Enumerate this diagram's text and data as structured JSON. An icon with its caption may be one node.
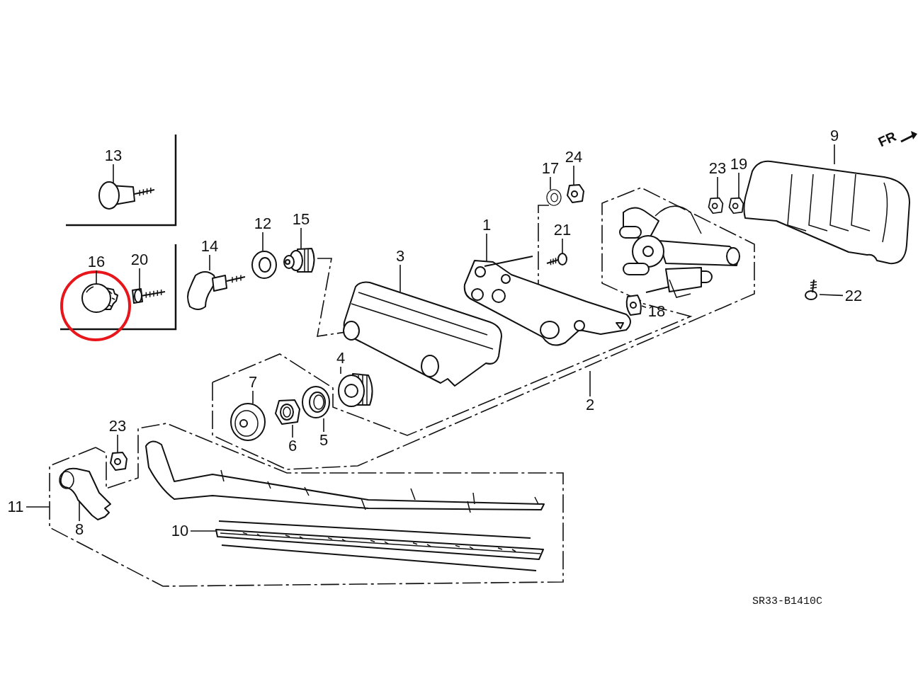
{
  "diagram": {
    "nodes": [
      {
        "text": [
          "13"
        ]
      },
      {
        "text": [
          "16"
        ]
      },
      {
        "text": [
          "20"
        ]
      },
      {
        "text": [
          "9"
        ]
      },
      {
        "text": [
          "17"
        ]
      },
      {
        "text": [
          "24"
        ]
      },
      {
        "text": [
          "23"
        ]
      },
      {
        "text": [
          "19"
        ]
      },
      {
        "text": [
          "1"
        ]
      },
      {
        "text": [
          "12"
        ]
      },
      {
        "text": [
          "15"
        ]
      },
      {
        "text": [
          "14"
        ]
      },
      {
        "text": [
          "21"
        ]
      },
      {
        "text": [
          "3"
        ]
      },
      {
        "text": [
          "22"
        ]
      },
      {
        "text": [
          "18"
        ]
      },
      {
        "text": [
          "7"
        ]
      },
      {
        "text": [
          "4"
        ]
      },
      {
        "text": [
          "5"
        ]
      },
      {
        "text": [
          "6"
        ]
      },
      {
        "text": [
          "2"
        ]
      },
      {
        "text": [
          "23"
        ]
      },
      {
        "text": [
          "11"
        ]
      },
      {
        "text": [
          "8"
        ]
      },
      {
        "text": [
          "10"
        ]
      },
      {
        "text": [],
        "shape": "picture"
      },
      {
        "text": [],
        "shape": "picture"
      },
      {
        "text": [],
        "shape": "picture"
      },
      {
        "text": [],
        "shape": "picture"
      },
      {
        "text": [],
        "shape": "picture"
      },
      {
        "text": [],
        "shape": "picture"
      },
      {
        "text": [],
        "shape": "picture"
      },
      {
        "text": [],
        "shape": "picture"
      },
      {
        "text": [],
        "shape": "picture"
      },
      {
        "text": [],
        "shape": "picture"
      },
      {
        "text": [],
        "shape": "picture"
      },
      {
        "text": [],
        "shape": "picture"
      },
      {
        "text": [],
        "shape": "picture"
      },
      {
        "text": [],
        "shape": "picture"
      },
      {
        "text": [],
        "shape": "picture"
      },
      {
        "text": [],
        "shape": "picture"
      },
      {
        "text": [],
        "shape": "picture"
      },
      {
        "text": [],
        "shape": "picture"
      },
      {
        "text": [],
        "shape": "picture"
      },
      {
        "text": [],
        "shape": "picture"
      },
      {
        "text": [],
        "shape": "picture"
      },
      {
        "text": [],
        "shape": "picture"
      },
      {
        "text": [],
        "shape": "picture"
      }
    ],
    "edges": [
      {
        "from": 0,
        "to": 25,
        "arrow": "none"
      },
      {
        "from": 1,
        "to": 26,
        "arrow": "none"
      },
      {
        "from": 2,
        "to": 27,
        "arrow": "none"
      },
      {
        "from": 3,
        "to": 28,
        "arrow": "none"
      },
      {
        "from": 4,
        "to": 29,
        "arrow": "none"
      },
      {
        "from": 5,
        "to": 30,
        "arrow": "none"
      },
      {
        "from": 6,
        "to": 31,
        "arrow": "none"
      },
      {
        "from": 7,
        "to": 32,
        "arrow": "none"
      },
      {
        "from": 8,
        "to": 33,
        "arrow": "none"
      },
      {
        "from": 9,
        "to": 34,
        "arrow": "none"
      },
      {
        "from": 10,
        "to": 35,
        "arrow": "none"
      },
      {
        "from": 11,
        "to": 36,
        "arrow": "none"
      },
      {
        "from": 12,
        "to": 37,
        "arrow": "none"
      },
      {
        "from": 13,
        "to": 38,
        "arrow": "none"
      },
      {
        "from": 14,
        "to": 39,
        "arrow": "none"
      },
      {
        "from": 15,
        "to": 40,
        "arrow": "none"
      },
      {
        "from": 16,
        "to": 41,
        "arrow": "none"
      },
      {
        "from": 17,
        "to": 42,
        "arrow": "none"
      },
      {
        "from": 18,
        "to": 43,
        "arrow": "none"
      },
      {
        "from": 19,
        "to": 44,
        "arrow": "none"
      },
      {
        "from": 20,
        "to": null,
        "arrow": "none"
      },
      {
        "from": 21,
        "to": 45,
        "arrow": "none"
      },
      {
        "from": 22,
        "to": null,
        "arrow": "none"
      },
      {
        "from": 23,
        "to": 46,
        "arrow": "none"
      },
      {
        "from": 24,
        "to": 47,
        "arrow": "none"
      },
      {
        "from": 35,
        "to": 38,
        "arrow": "none",
        "style": "dashed"
      }
    ],
    "labels": [
      "FR",
      "SR33-B1410C"
    ]
  }
}
